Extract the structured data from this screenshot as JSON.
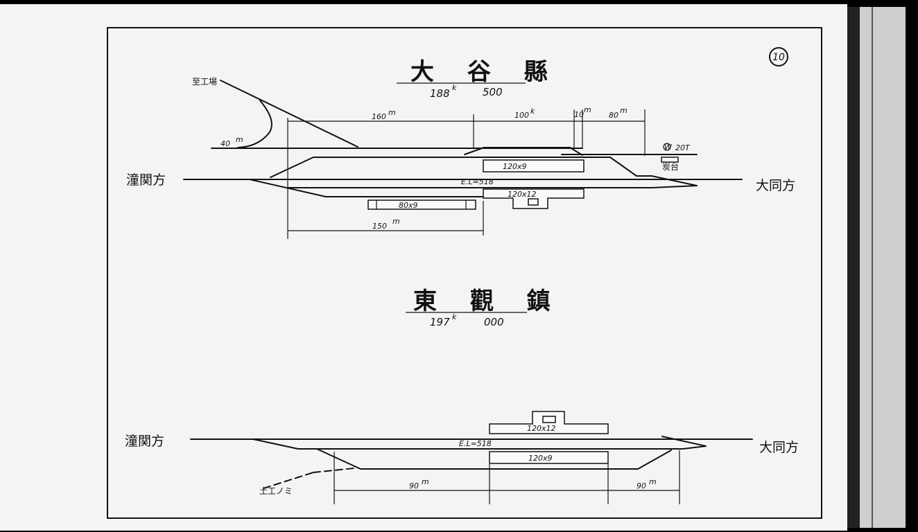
{
  "page_number": "10",
  "station1": {
    "name": "大 谷 縣",
    "km": "188",
    "km_sup": "k",
    "m": "500",
    "dir_left": "潼関方",
    "dir_right": "大同方",
    "siding_label": "至工場",
    "curve_radius": "40",
    "dim_160": "160",
    "dim_100": "100",
    "dim_10": "10",
    "dim_80": "80",
    "dim_150": "150",
    "m_unit": "m",
    "k_unit": "k",
    "elevation": "E.L=518",
    "platform_a": "120x9",
    "platform_b": "120x12",
    "platform_c": "80x9",
    "water": "20T",
    "water_symbol": "W",
    "coal_label": "炭台"
  },
  "station2": {
    "name": "東 觀 鎮",
    "km": "197",
    "km_sup": "k",
    "m": "000",
    "dir_left": "潼関方",
    "dir_right": "大同方",
    "elevation": "E.L=518",
    "platform_a": "120x12",
    "platform_b": "120x9",
    "dim_left": "90",
    "dim_right": "90",
    "m_unit": "m",
    "spur_label": "土工ノミ"
  }
}
